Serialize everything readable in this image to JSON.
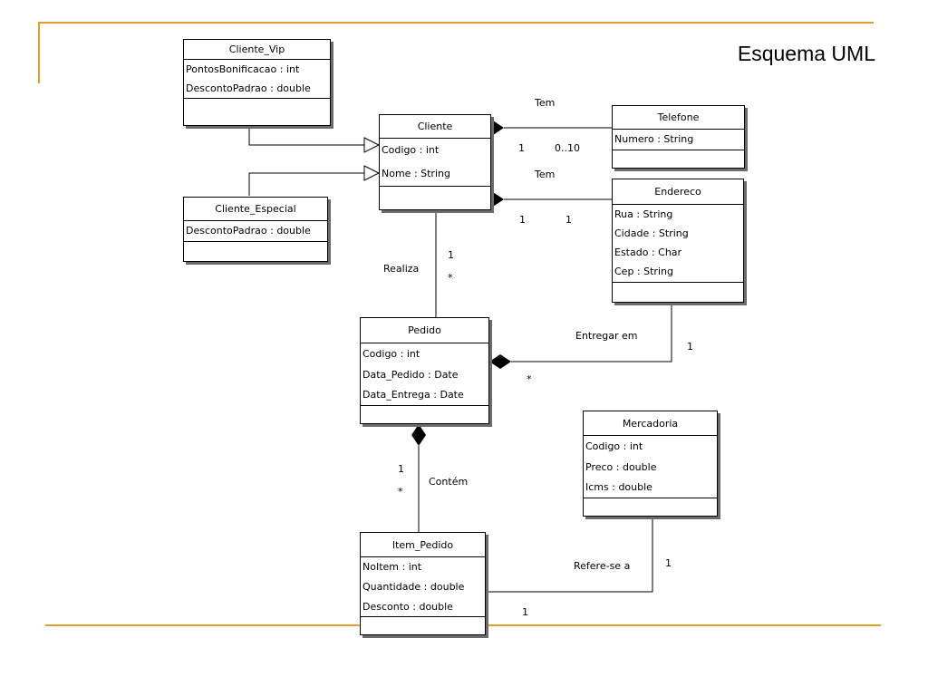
{
  "title": "Esquema UML",
  "classes": {
    "cliente_vip": {
      "name": "Cliente_Vip",
      "attrs": [
        "PontosBonificacao : int",
        "DescontoPadrao : double"
      ]
    },
    "cliente": {
      "name": "Cliente",
      "attrs": [
        "Codigo : int",
        "Nome : String"
      ]
    },
    "cliente_especial": {
      "name": "Cliente_Especial",
      "attrs": [
        "DescontoPadrao : double"
      ]
    },
    "telefone": {
      "name": "Telefone",
      "attrs": [
        "Numero : String"
      ]
    },
    "endereco": {
      "name": "Endereco",
      "attrs": [
        "Rua : String",
        "Cidade : String",
        "Estado : Char",
        "Cep : String"
      ]
    },
    "pedido": {
      "name": "Pedido",
      "attrs": [
        "Codigo : int",
        "Data_Pedido : Date",
        "Data_Entrega : Date"
      ]
    },
    "mercadoria": {
      "name": "Mercadoria",
      "attrs": [
        "Codigo : int",
        "Preco : double",
        "Icms : double"
      ]
    },
    "item_pedido": {
      "name": "Item_Pedido",
      "attrs": [
        "NoItem : int",
        "Quantidade : double",
        "Desconto : double"
      ]
    }
  },
  "labels": {
    "tem1": "Tem",
    "mult_tel_1": "1",
    "mult_tel_010": "0..10",
    "tem2": "Tem",
    "mult_end_1a": "1",
    "mult_end_1b": "1",
    "realiza": "Realiza",
    "mult_realiza_1": "1",
    "mult_realiza_star": "*",
    "entregar_em": "Entregar em",
    "mult_entregar_1": "1",
    "mult_entregar_star": "*",
    "contem": "Contém",
    "mult_contem_1": "1",
    "mult_contem_star": "*",
    "refere": "Refere-se a",
    "mult_refere_1a": "1",
    "mult_refere_1b": "1"
  }
}
